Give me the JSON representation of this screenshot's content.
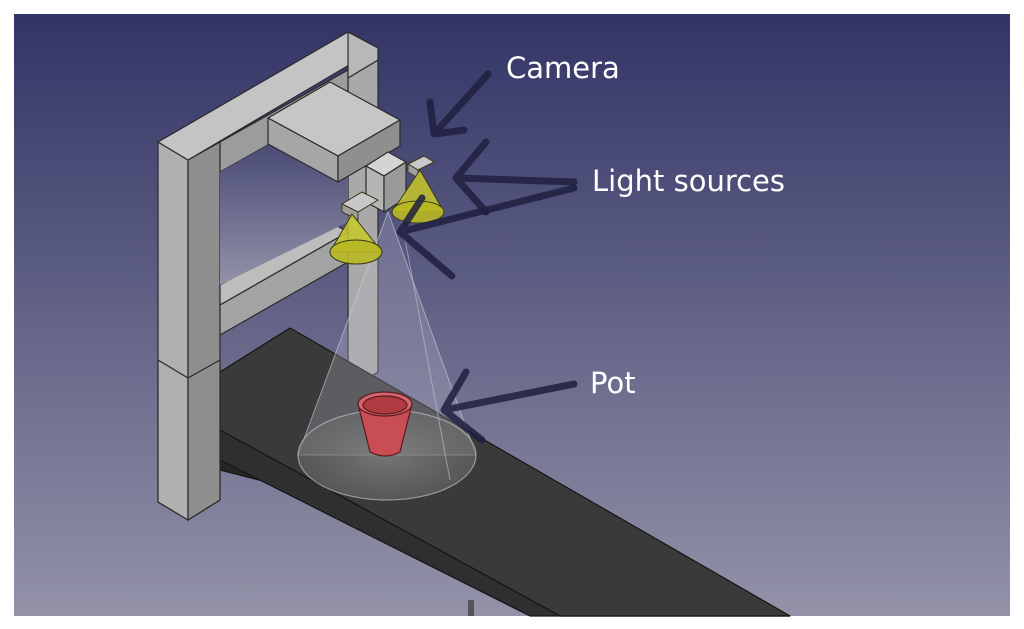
{
  "labels": {
    "camera": "Camera",
    "light_sources": "Light sources",
    "pot": "Pot"
  },
  "colors": {
    "bg_top": "#323466",
    "bg_bottom": "#9392a8",
    "frame_front": "#a9a9a9",
    "frame_side": "#8e8e8e",
    "frame_top": "#c4c4c4",
    "conveyor_top": "#3a3a3a",
    "conveyor_side": "#262626",
    "lamp_cone": "#c8c82a",
    "pot_red": "#c84d55",
    "arrow": "#1e2040",
    "label_text": "#ffffff"
  },
  "icons": [
    "camera-icon",
    "light-cone-icon",
    "pot-icon",
    "arrow-icon"
  ]
}
